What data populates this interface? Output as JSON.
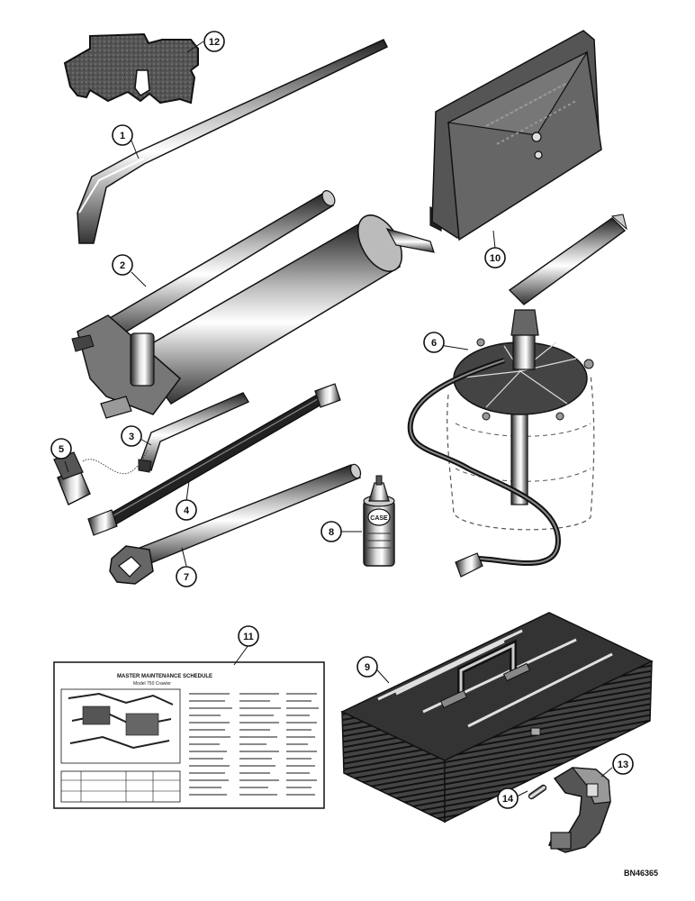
{
  "drawing_code": "BN46365",
  "callouts": [
    "1",
    "2",
    "3",
    "4",
    "5",
    "6",
    "7",
    "8",
    "9",
    "10",
    "11",
    "12",
    "13",
    "14"
  ],
  "can_label": "CASE",
  "schedule_chart": {
    "title": "MASTER MAINTENANCE SCHEDULE",
    "subtitle": "Model 750 Crawler"
  },
  "colors": {
    "ink": "#111111",
    "paper": "#ffffff",
    "shade": "#555555"
  }
}
